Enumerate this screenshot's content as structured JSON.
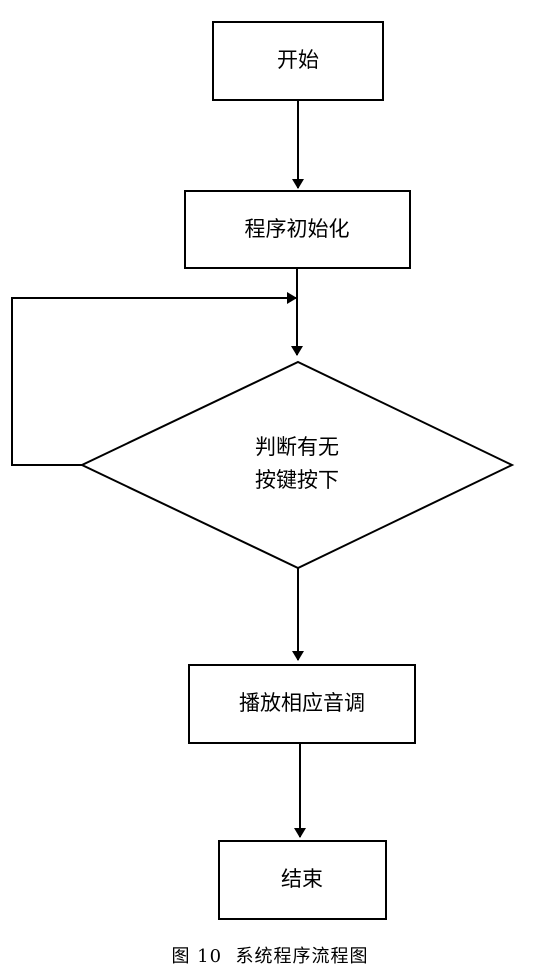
{
  "diagram": {
    "nodes": {
      "start": "开始",
      "init": "程序初始化",
      "decision_line1": "判断有无",
      "decision_line2": "按键按下",
      "play": "播放相应音调",
      "end": "结束"
    },
    "caption": "图 10  系统程序流程图"
  }
}
